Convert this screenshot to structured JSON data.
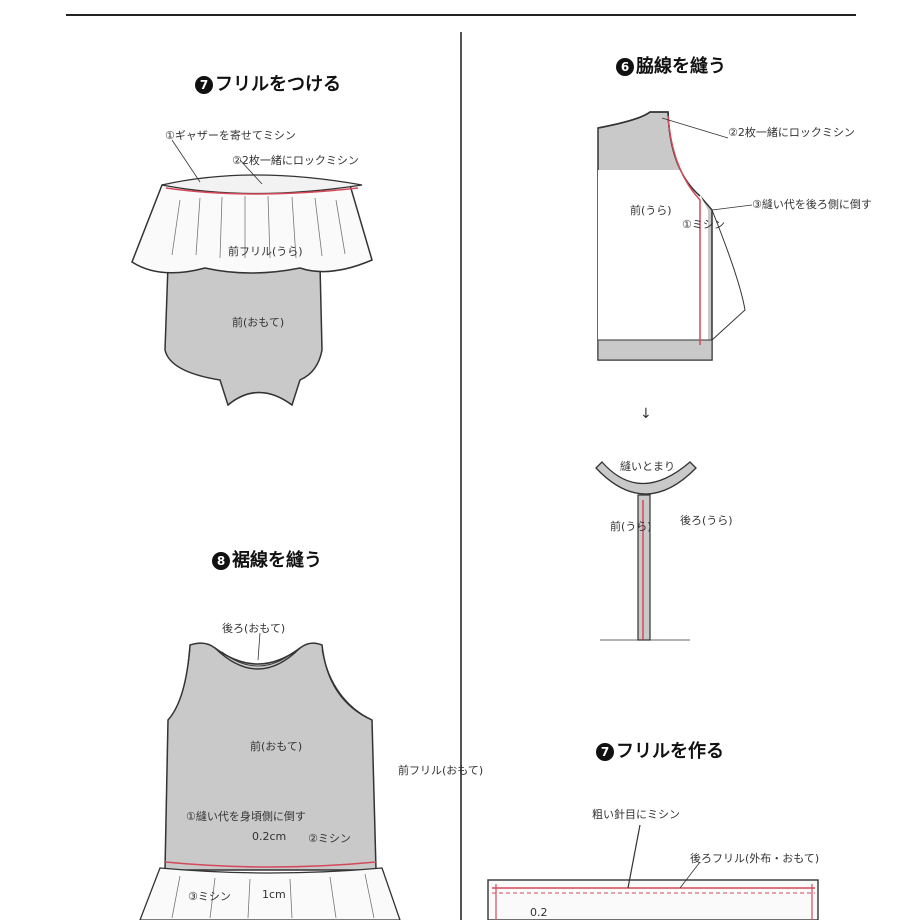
{
  "sections": {
    "frill_attach": {
      "number": "7",
      "title": "フリルをつける",
      "labels": {
        "gather": "①ギャザーを寄せてミシン",
        "overlock": "②2枚一緒にロックミシン",
        "front_frill": "前フリル(うら)",
        "front": "前(おもて)"
      }
    },
    "hem": {
      "number": "8",
      "title": "裾線を縫う",
      "labels": {
        "back": "後ろ(おもて)",
        "front": "前(おもて)",
        "front_frill": "前フリル(おもて)",
        "fold": "①縫い代を身頃側に倒す",
        "width1": "0.2cm",
        "stitch2": "②ミシン",
        "stitch3": "③ミシン",
        "width2": "1cm"
      }
    },
    "shoulder": {
      "number": "6",
      "title": "脇線を縫う",
      "labels": {
        "overlock": "②2枚一緒にロックミシン",
        "fold_back": "③縫い代を後ろ側に倒す",
        "front_back": "前(うら)",
        "stitch": "①ミシン",
        "neck": "縫いとまり",
        "front2": "前(うら)",
        "back2": "後ろ(うら)"
      }
    },
    "frill_make": {
      "number": "7",
      "title": "フリルを作る",
      "labels": {
        "coarse": "粗い針目にミシン",
        "back_frill": "後ろフリル(外布・おもて)",
        "measure": "0.2"
      }
    }
  },
  "colors": {
    "body_gray": "#c9c9c9",
    "stitch_red": "#d44a5a",
    "line": "#333333"
  }
}
